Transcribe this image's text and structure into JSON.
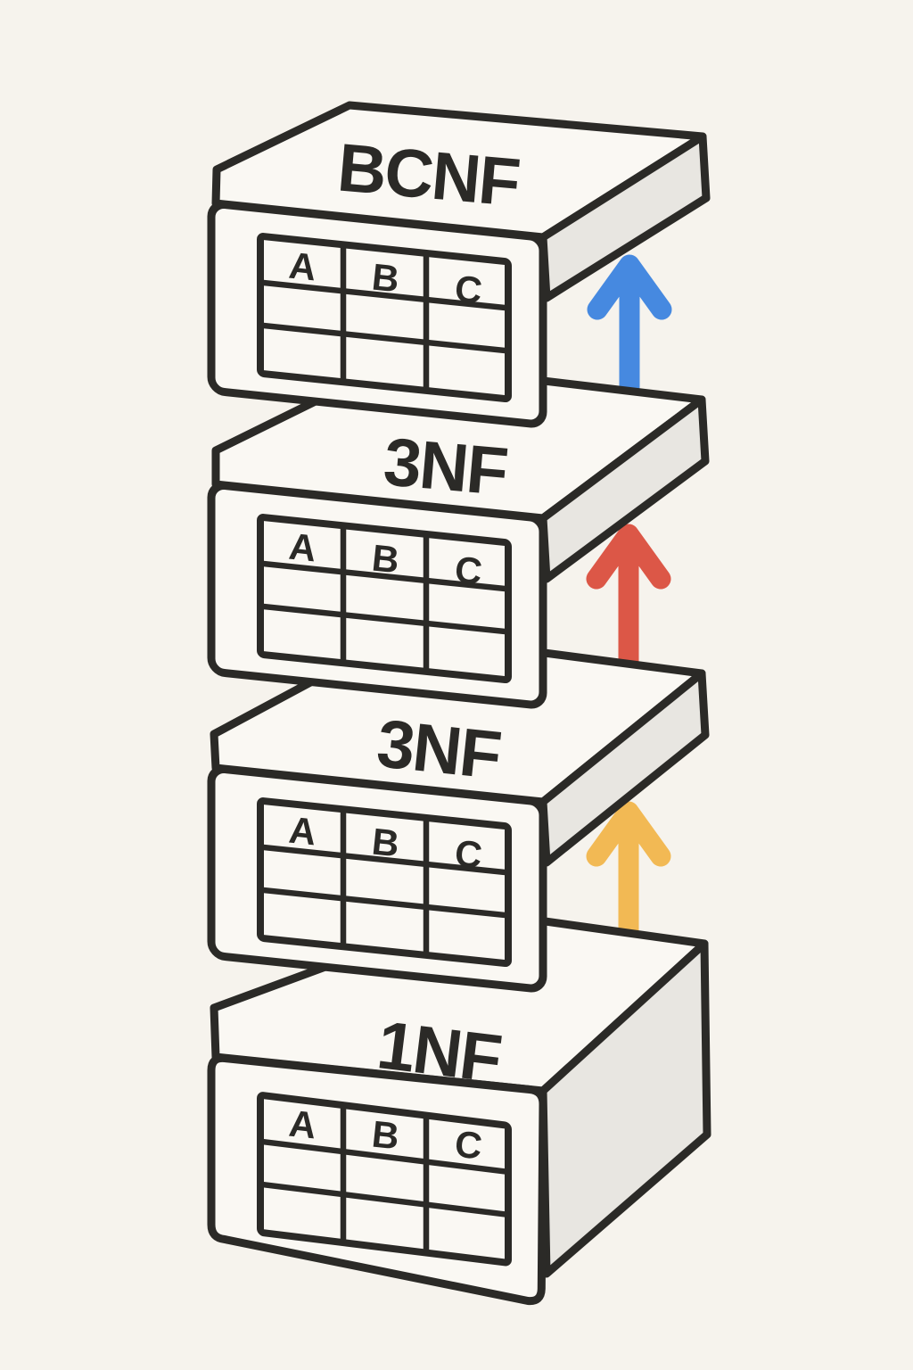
{
  "boxes": [
    {
      "id": "bcnf",
      "label": "BCNF",
      "table": {
        "headers": [
          "A",
          "B",
          "C"
        ],
        "empty_rows": 2
      }
    },
    {
      "id": "3nf-upper",
      "label": "3NF",
      "table": {
        "headers": [
          "A",
          "B",
          "C"
        ],
        "empty_rows": 2
      }
    },
    {
      "id": "3nf-lower",
      "label": "3NF",
      "table": {
        "headers": [
          "A",
          "B",
          "C"
        ],
        "empty_rows": 2
      }
    },
    {
      "id": "1nf",
      "label": "1NF",
      "table": {
        "headers": [
          "A",
          "B",
          "C"
        ],
        "empty_rows": 2
      }
    }
  ],
  "arrows": [
    {
      "id": "1nf-to-3nf",
      "direction": "up",
      "color": "#f2b954"
    },
    {
      "id": "3nf-to-3nf",
      "direction": "up",
      "color": "#dc5747"
    },
    {
      "id": "3nf-to-bcnf",
      "direction": "up",
      "color": "#4689e0"
    }
  ],
  "colors": {
    "ink": "#2b2a27",
    "background": "#f6f3ed",
    "face": "#faf8f3",
    "side_face": "#e8e6e1"
  }
}
